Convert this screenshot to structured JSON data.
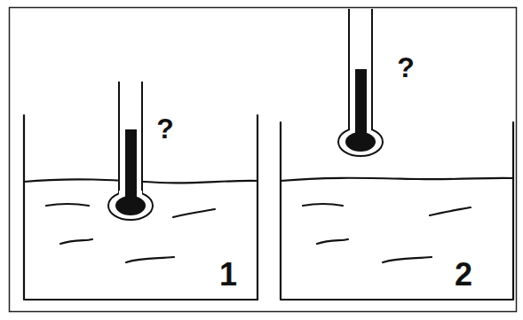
{
  "diagram": {
    "labels": [
      "?",
      "1",
      "?",
      "2"
    ]
  }
}
